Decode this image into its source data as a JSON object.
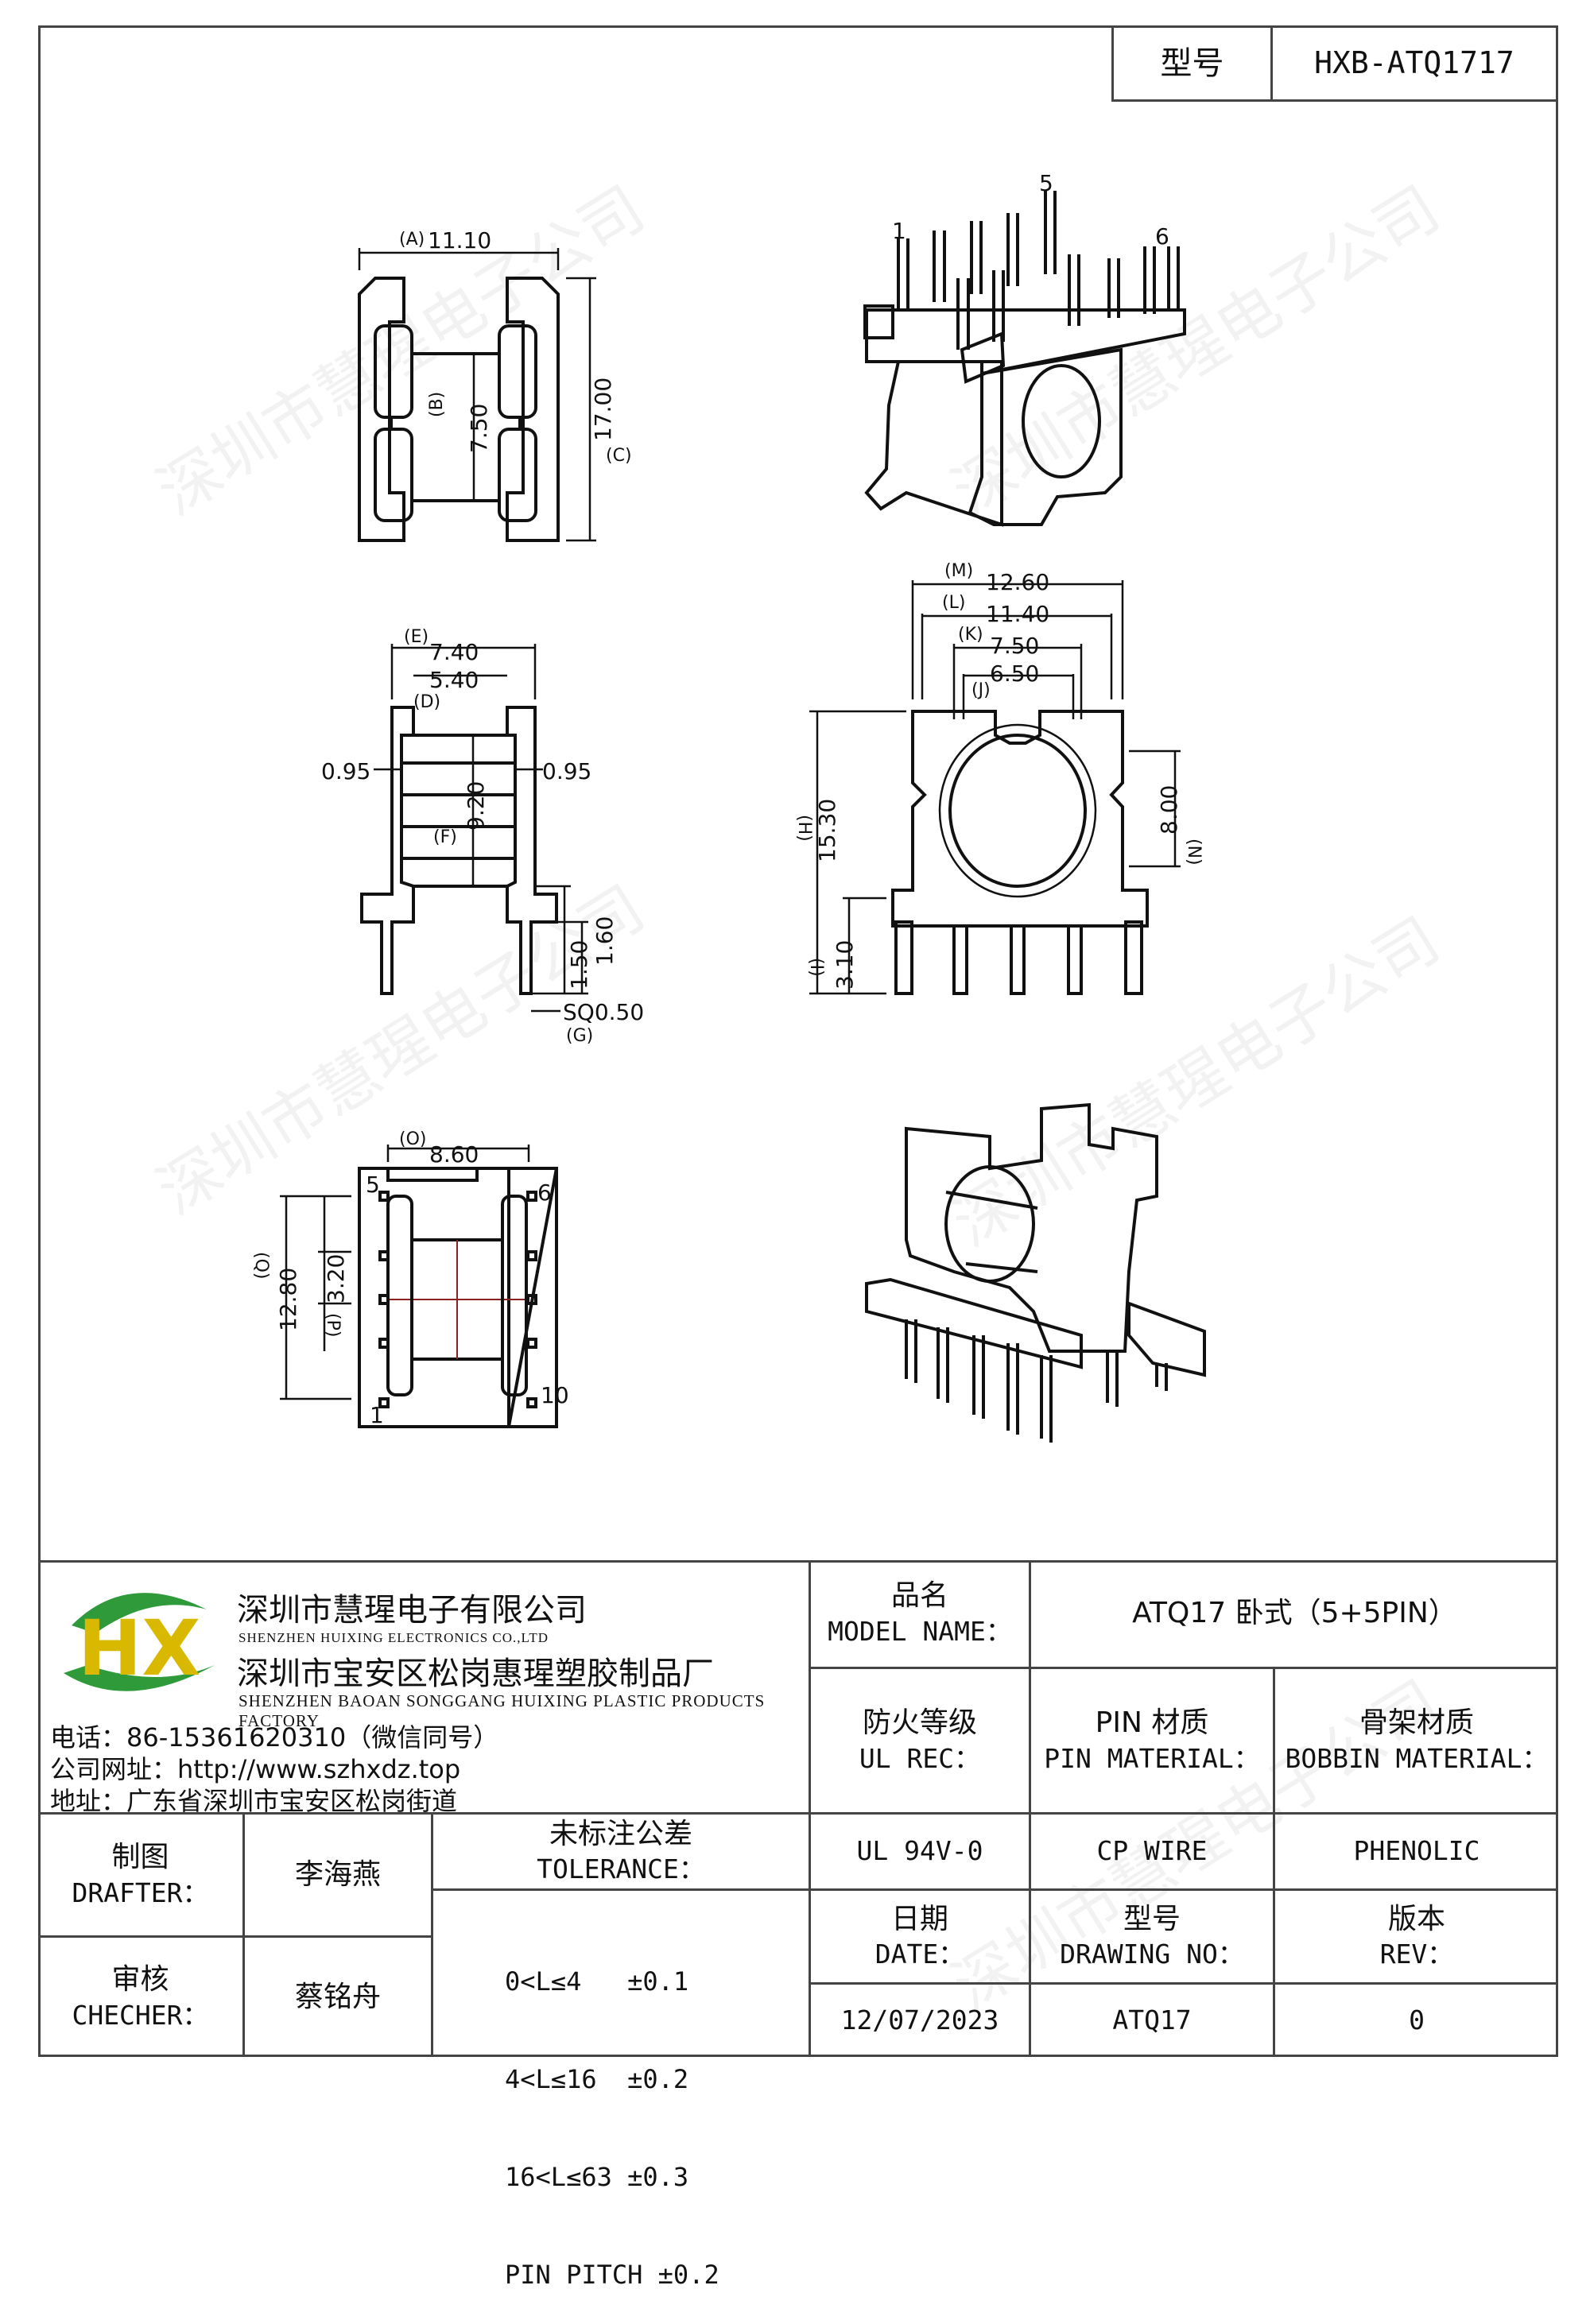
{
  "model_header": {
    "label": "型号",
    "value": "HXB-ATQ1717"
  },
  "watermark": "深圳市慧瑆电子公司",
  "dims": {
    "A": "(A)",
    "A_val": "11.10",
    "B": "(B)",
    "B_val": "7.50",
    "C": "(C)",
    "C_val": "17.00",
    "E": "(E)",
    "E_val": "7.40",
    "D": "(D)",
    "D_val": "5.40",
    "side_l": "0.95",
    "side_r": "0.95",
    "F": "(F)",
    "F_val": "9.20",
    "p150": "1.50",
    "p160": "1.60",
    "G_val": "SQ0.50",
    "G": "(G)",
    "M": "(M)",
    "M_val": "12.60",
    "L": "(L)",
    "L_val": "11.40",
    "K": "(K)",
    "K_val": "7.50",
    "J": "(J)",
    "J_val": "6.50",
    "H": "(H)",
    "H_val": "15.30",
    "N_val": "8.00",
    "N": "(N)",
    "I": "(I)",
    "I_val": "3.10",
    "O": "(O)",
    "O_val": "8.60",
    "Q": "(Q)",
    "Q_val": "12.80",
    "P": "(P)",
    "P_val": "3.20",
    "pin1": "1",
    "pin5": "5",
    "pin6": "6",
    "pin10": "10",
    "iso_pin1": "1",
    "iso_pin5": "5",
    "iso_pin6": "6"
  },
  "company": {
    "name_cn": "深圳市慧瑆电子有限公司",
    "name_en": "SHENZHEN HUIXING ELECTRONICS CO.,LTD",
    "factory_cn": "深圳市宝安区松岗惠瑆塑胶制品厂",
    "factory_en": "SHENZHEN BAOAN SONGGANG HUIXING PLASTIC PRODUCTS FACTORY",
    "phone": "电话：86-15361620310（微信同号）",
    "website": "公司网址：http://www.szhxdz.top",
    "address": "地址：广东省深圳市宝安区松岗街道",
    "logo_text": "HX"
  },
  "title_block": {
    "model_name_cn": "品名",
    "model_name_en": "MODEL NAME：",
    "model_name_value": "ATQ17 卧式（5+5PIN）",
    "fire_cn": "防火等级",
    "fire_en": "UL REC：",
    "fire_value": "UL 94V-0",
    "pin_mat_cn": "PIN 材质",
    "pin_mat_en": "PIN MATERIAL：",
    "pin_mat_value": "CP WIRE",
    "bobbin_cn": "骨架材质",
    "bobbin_en": "BOBBIN MATERIAL：",
    "bobbin_value": "PHENOLIC",
    "drafter_cn": "制图",
    "drafter_en": "DRAFTER：",
    "drafter_value": "李海燕",
    "checker_cn": "审核",
    "checker_en": "CHECHER：",
    "checker_value": "蔡铭舟",
    "tol_cn": "未标注公差",
    "tol_en": "TOLERANCE：",
    "tol_lines": [
      "0<L≤4   ±0.1",
      "4<L≤16  ±0.2",
      "16<L≤63 ±0.3",
      "PIN PITCH ±0.2"
    ],
    "date_cn": "日期",
    "date_en": "DATE：",
    "date_value": "12/07/2023",
    "drawing_cn": "型号",
    "drawing_en": "DRAWING NO：",
    "drawing_value": "ATQ17",
    "rev_cn": "版本",
    "rev_en": "REV：",
    "rev_value": "0"
  }
}
